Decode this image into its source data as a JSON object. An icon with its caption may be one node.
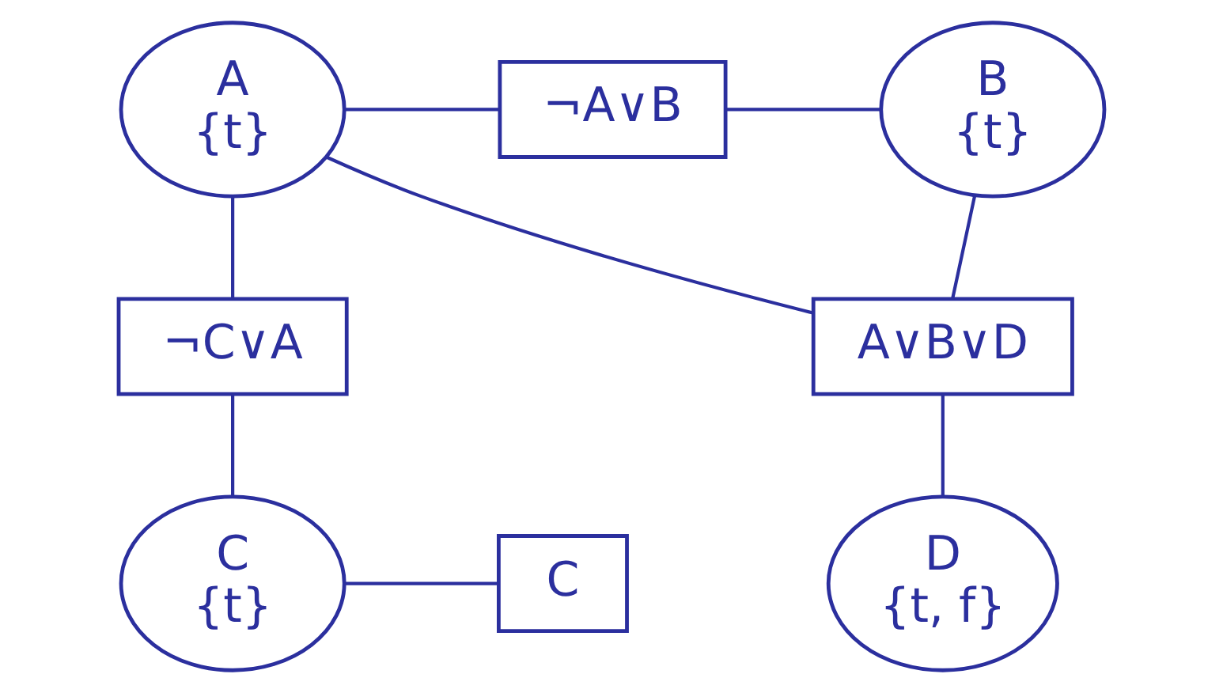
{
  "diagram": {
    "nodes": [
      {
        "text": [
          "A",
          "{t}"
        ]
      },
      {
        "text": [
          "¬A∨B"
        ]
      },
      {
        "text": [
          "B",
          "{t}"
        ]
      },
      {
        "text": [
          "¬C∨A"
        ]
      },
      {
        "text": [
          "A∨B∨D"
        ]
      },
      {
        "text": [
          "C",
          "{t}"
        ]
      },
      {
        "text": [
          "D",
          "{t, f}"
        ]
      },
      {
        "text": [
          "C"
        ]
      }
    ],
    "edges": [
      {
        "from": 0,
        "to": 1,
        "arrow": "none"
      },
      {
        "from": 1,
        "to": 2,
        "arrow": "none"
      },
      {
        "from": 0,
        "to": 4,
        "arrow": "none"
      },
      {
        "from": 2,
        "to": 4,
        "arrow": "none"
      },
      {
        "from": 0,
        "to": 3,
        "arrow": "none"
      },
      {
        "from": 3,
        "to": 5,
        "arrow": "none"
      },
      {
        "from": 4,
        "to": 6,
        "arrow": "none"
      },
      {
        "from": 7,
        "to": 5,
        "arrow": "none"
      }
    ]
  }
}
